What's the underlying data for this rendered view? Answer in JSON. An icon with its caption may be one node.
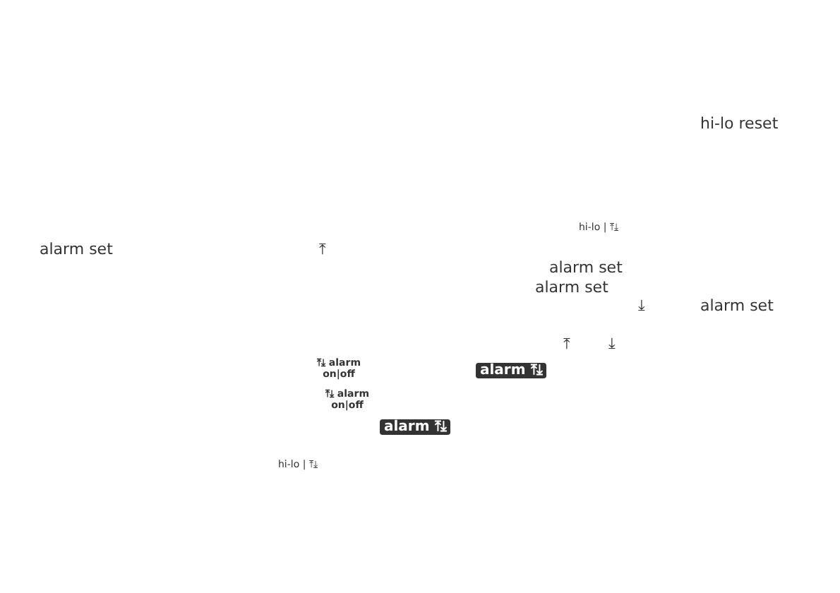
{
  "diagram": {
    "labels": [
      "hi-lo reset",
      "hi-lo | ⤒⤓",
      "alarm set",
      "⤒",
      "alarm set",
      "alarm set",
      "⤓",
      "alarm set",
      "⤒",
      "⤓",
      "⤒⤓ alarm on|off",
      "alarm ⤒⤓",
      "⤒⤓ alarm on|off",
      "alarm ⤒⤓",
      "hi-lo | ⤒⤓"
    ]
  }
}
